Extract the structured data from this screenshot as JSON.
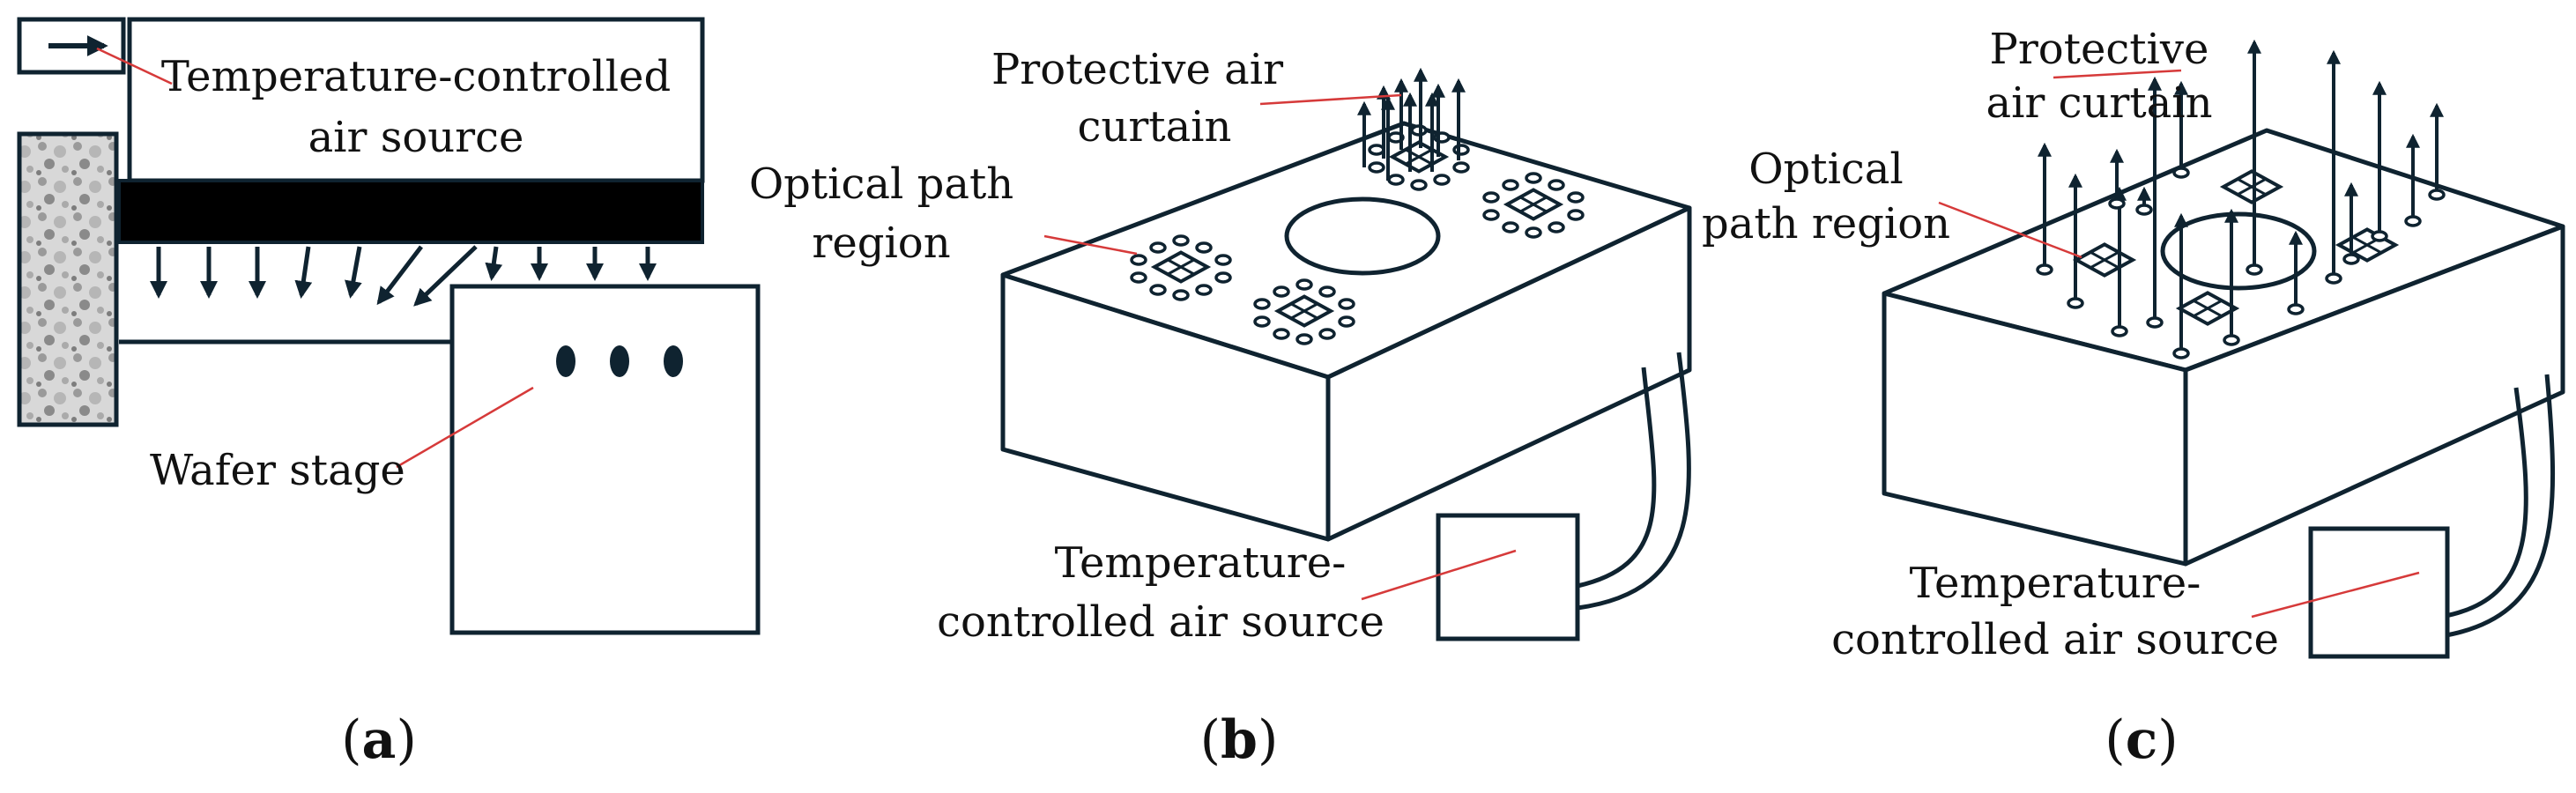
{
  "colors": {
    "stroke": "#0f2330",
    "leader": "#d63a3a",
    "text": "#111111",
    "background": "#ffffff",
    "dot": "#0f2330"
  },
  "panel_a": {
    "label_air_source_line1": "Temperature-controlled",
    "label_air_source_line2": "air source",
    "label_wafer_stage": "Wafer stage",
    "caption_open": "(",
    "caption_letter": "a",
    "caption_close": ")"
  },
  "panel_b": {
    "label_curtain_line1": "Protective air",
    "label_curtain_line2": "curtain",
    "label_optical_line1": "Optical path",
    "label_optical_line2": "region",
    "label_source_line1": "Temperature-",
    "label_source_line2": "controlled air source",
    "caption_open": "(",
    "caption_letter": "b",
    "caption_close": ")"
  },
  "panel_c": {
    "label_curtain_line1": "Protective",
    "label_curtain_line2": "air curtain",
    "label_optical_line1": "Optical",
    "label_optical_line2": "path region",
    "label_source_line1": "Temperature-",
    "label_source_line2": "controlled air source",
    "caption_open": "(",
    "caption_letter": "c",
    "caption_close": ")"
  }
}
